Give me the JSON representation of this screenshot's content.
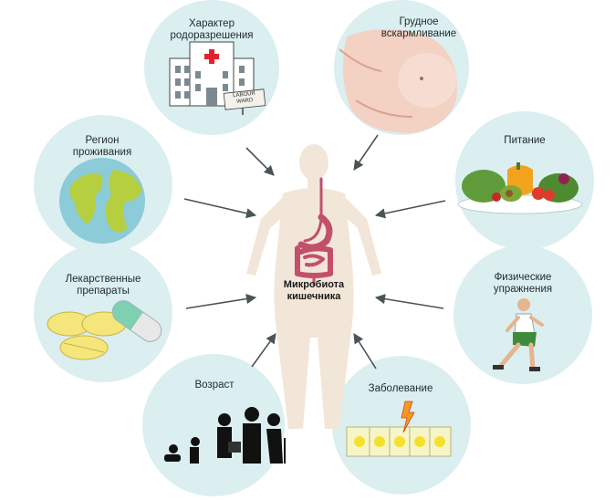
{
  "center": {
    "label": "Микробиота\nкишечника"
  },
  "factors": {
    "delivery": "Характер\nродоразрешения",
    "breastfeeding": "Грудное\nвскармливание",
    "region": "Регион\nпроживания",
    "nutrition": "Питание",
    "drugs": "Лекарственные\nпрепараты",
    "exercise": "Физические\nупражнения",
    "age": "Возраст",
    "disease": "Заболевание"
  },
  "hospital_sign": "LABOUR\nWARD",
  "colors": {
    "circle": "#dbeef0",
    "arrow": "#4a5457",
    "body": "#f2e6d8",
    "gut": "#c2506b"
  }
}
